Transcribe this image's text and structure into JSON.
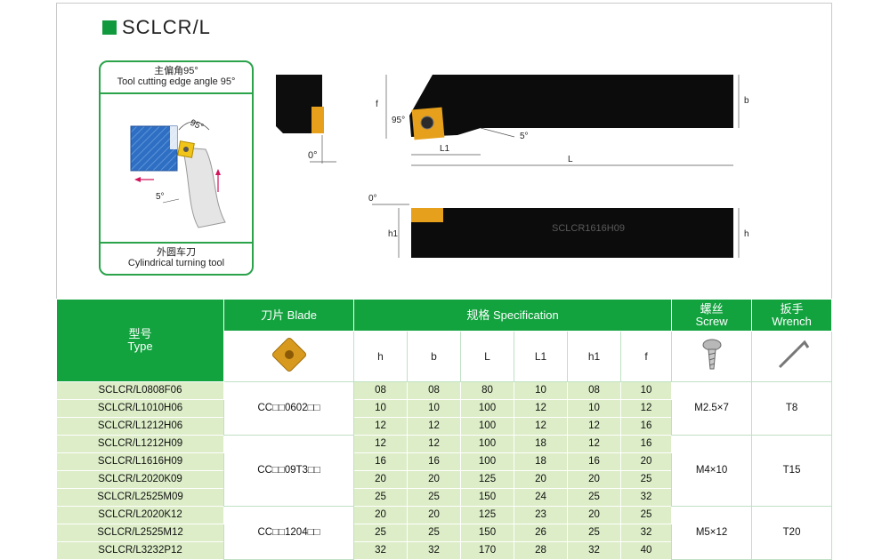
{
  "title": "SCLCR/L",
  "inset": {
    "top_cn": "主偏角95°",
    "top_en": "Tool cutting edge angle 95°",
    "angle_label": "95°",
    "side_angle_label": "5°",
    "bottom_cn": "外圆车刀",
    "bottom_en": "Cylindrical turning tool"
  },
  "drawing": {
    "end_angle": "0°",
    "head_angle": "95°",
    "clearance_angle": "5°",
    "dim_f": "f",
    "dim_b": "b",
    "dim_L1": "L1",
    "dim_L": "L",
    "side_angle": "0°",
    "dim_h1": "h1",
    "dim_h": "h",
    "shank_marking": "SCLCR1616H09"
  },
  "table": {
    "type_cn": "型号",
    "type_en": "Type",
    "blade_header": "刀片 Blade",
    "spec_header": "规格 Specification",
    "screw_cn": "螺丝",
    "screw_en": "Screw",
    "wrench_cn": "扳手",
    "wrench_en": "Wrench",
    "columns": [
      "h",
      "b",
      "L",
      "L1",
      "h1",
      "f"
    ],
    "groups": [
      {
        "blade": "CC□□0602□□",
        "screw": "M2.5×7",
        "wrench": "T8",
        "rows": [
          {
            "type": "SCLCR/L0808F06",
            "values": [
              "08",
              "08",
              "80",
              "10",
              "08",
              "10"
            ]
          },
          {
            "type": "SCLCR/L1010H06",
            "values": [
              "10",
              "10",
              "100",
              "12",
              "10",
              "12"
            ]
          },
          {
            "type": "SCLCR/L1212H06",
            "values": [
              "12",
              "12",
              "100",
              "12",
              "12",
              "16"
            ]
          }
        ]
      },
      {
        "blade": "CC□□09T3□□",
        "screw": "M4×10",
        "wrench": "T15",
        "rows": [
          {
            "type": "SCLCR/L1212H09",
            "values": [
              "12",
              "12",
              "100",
              "18",
              "12",
              "16"
            ]
          },
          {
            "type": "SCLCR/L1616H09",
            "values": [
              "16",
              "16",
              "100",
              "18",
              "16",
              "20"
            ]
          },
          {
            "type": "SCLCR/L2020K09",
            "values": [
              "20",
              "20",
              "125",
              "20",
              "20",
              "25"
            ]
          },
          {
            "type": "SCLCR/L2525M09",
            "values": [
              "25",
              "25",
              "150",
              "24",
              "25",
              "32"
            ]
          }
        ]
      },
      {
        "blade": "CC□□1204□□",
        "screw": "M5×12",
        "wrench": "T20",
        "rows": [
          {
            "type": "SCLCR/L2020K12",
            "values": [
              "20",
              "20",
              "125",
              "23",
              "20",
              "25"
            ]
          },
          {
            "type": "SCLCR/L2525M12",
            "values": [
              "25",
              "25",
              "150",
              "26",
              "25",
              "32"
            ]
          },
          {
            "type": "SCLCR/L3232P12",
            "values": [
              "32",
              "32",
              "170",
              "28",
              "32",
              "40"
            ]
          }
        ]
      }
    ]
  }
}
